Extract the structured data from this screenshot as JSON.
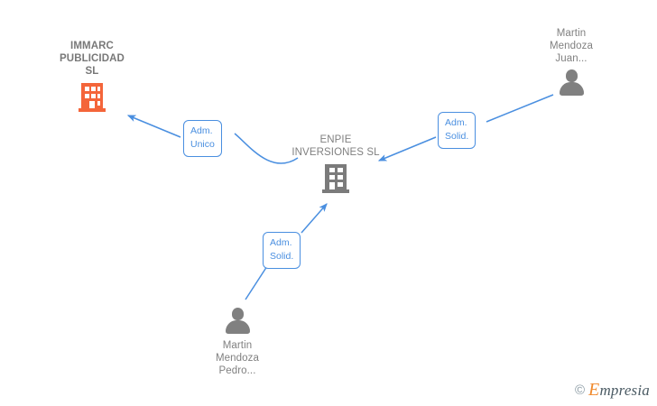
{
  "diagram": {
    "type": "corporate-relationship-graph",
    "background_color": "#ffffff",
    "edge_color": "#4A8FE0",
    "company_color": "#7B7B7B",
    "highlight_company_color": "#F4653A",
    "person_color": "#808080",
    "nodes": [
      {
        "id": "immarc",
        "kind": "company",
        "label": "IMMARC\nPUBLICIDAD\nSL",
        "icon": "building-icon",
        "color": "#F4653A",
        "emphasis": "bold",
        "label_position": "above"
      },
      {
        "id": "enpie",
        "kind": "company",
        "label": "ENPIE\nINVERSIONES SL",
        "icon": "building-icon",
        "color": "#7B7B7B",
        "emphasis": "normal",
        "label_position": "above"
      },
      {
        "id": "martin-juan",
        "kind": "person",
        "label": "Martin\nMendoza\nJuan...",
        "icon": "person-icon",
        "color": "#808080",
        "label_position": "above"
      },
      {
        "id": "martin-pedro",
        "kind": "person",
        "label": "Martin\nMendoza\nPedro...",
        "icon": "person-icon",
        "color": "#808080",
        "label_position": "below"
      }
    ],
    "edges": [
      {
        "id": "edge-enpie-immarc",
        "from": "enpie",
        "to": "immarc",
        "label": "Adm.\nUnico",
        "arrow": "to"
      },
      {
        "id": "edge-juan-enpie",
        "from": "martin-juan",
        "to": "enpie",
        "label": "Adm.\nSolid.",
        "arrow": "to"
      },
      {
        "id": "edge-pedro-enpie",
        "from": "martin-pedro",
        "to": "enpie",
        "label": "Adm.\nSolid.",
        "arrow": "to"
      }
    ]
  },
  "watermark": {
    "copyright": "©",
    "brand_initial": "E",
    "brand_rest": "mpresia"
  }
}
